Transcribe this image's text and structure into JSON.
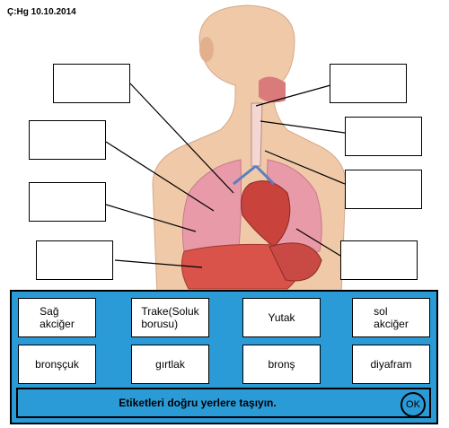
{
  "header": {
    "text": "Ç:Hg 10.10.2014"
  },
  "figure": {
    "description_icon": "human-respiratory-system-illustration"
  },
  "labels": [
    {
      "line1": "Sağ",
      "line2": "akciğer"
    },
    {
      "line1": "Trake(Soluk",
      "line2": "borusu)"
    },
    {
      "line1": "Yutak",
      "line2": ""
    },
    {
      "line1": "sol",
      "line2": "akciğer"
    },
    {
      "line1": "bronşçuk",
      "line2": ""
    },
    {
      "line1": "gırtlak",
      "line2": ""
    },
    {
      "line1": "bronş",
      "line2": ""
    },
    {
      "line1": "diyafram",
      "line2": ""
    }
  ],
  "footer": {
    "instruction": "Etiketleri doğru yerlere taşıyın.",
    "ok_label": "OK"
  },
  "colors": {
    "panel": "#2a9bd6",
    "skin": "#efc9a8",
    "lung": "#e89aa8",
    "liver": "#d9534a"
  }
}
